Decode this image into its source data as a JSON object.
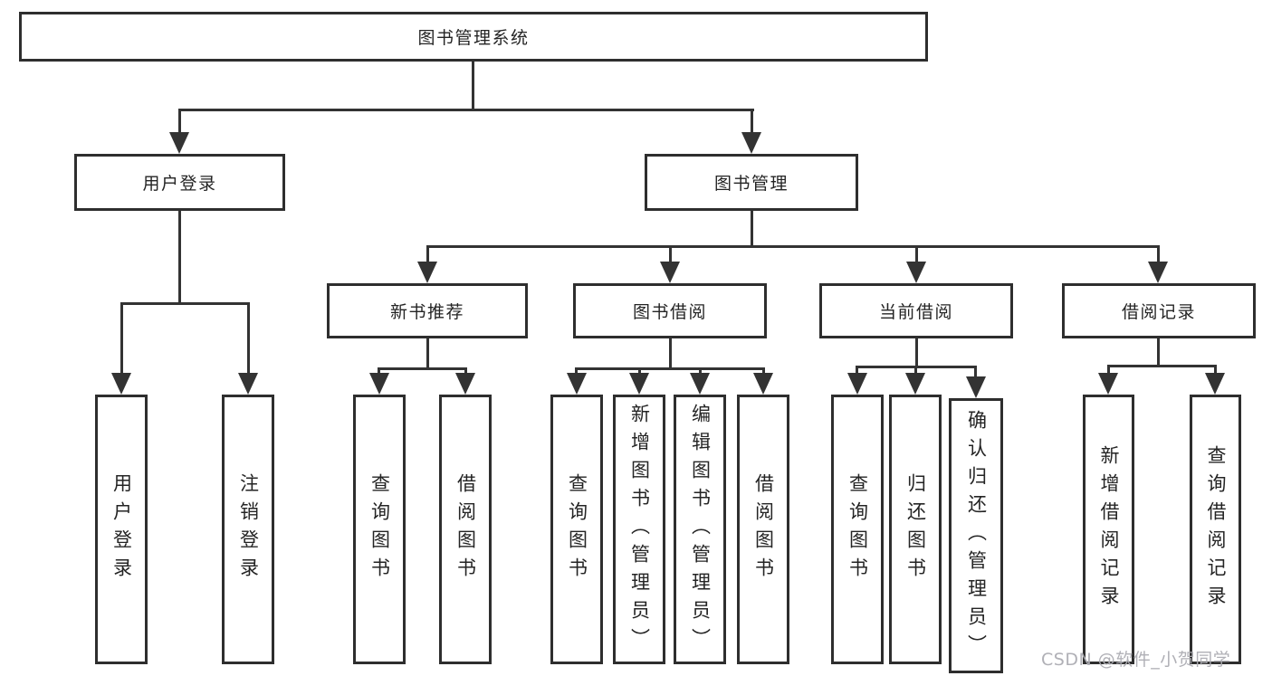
{
  "diagram": {
    "type": "org-tree",
    "colors": {
      "line": "#333333",
      "box_border": "#2e2e2e",
      "box_fill": "#ffffff",
      "text": "#242424",
      "watermark": "#acacb2"
    },
    "tree": {
      "label": "图书管理系统",
      "children": [
        {
          "label": "用户登录",
          "children": [
            {
              "label": "用户登录"
            },
            {
              "label": "注销登录"
            }
          ]
        },
        {
          "label": "图书管理",
          "children": [
            {
              "label": "新书推荐",
              "children": [
                {
                  "label": "查询图书"
                },
                {
                  "label": "借阅图书"
                }
              ]
            },
            {
              "label": "图书借阅",
              "children": [
                {
                  "label": "查询图书"
                },
                {
                  "label": "新增图书（管理员）"
                },
                {
                  "label": "编辑图书（管理员）"
                },
                {
                  "label": "借阅图书"
                }
              ]
            },
            {
              "label": "当前借阅",
              "children": [
                {
                  "label": "查询图书"
                },
                {
                  "label": "归还图书"
                },
                {
                  "label": "确认归还（管理员）"
                }
              ]
            },
            {
              "label": "借阅记录",
              "children": [
                {
                  "label": "新增借阅记录"
                },
                {
                  "label": "查询借阅记录"
                }
              ]
            }
          ]
        }
      ]
    },
    "watermark": {
      "text": "CSDN @软件_小贺同学"
    }
  }
}
